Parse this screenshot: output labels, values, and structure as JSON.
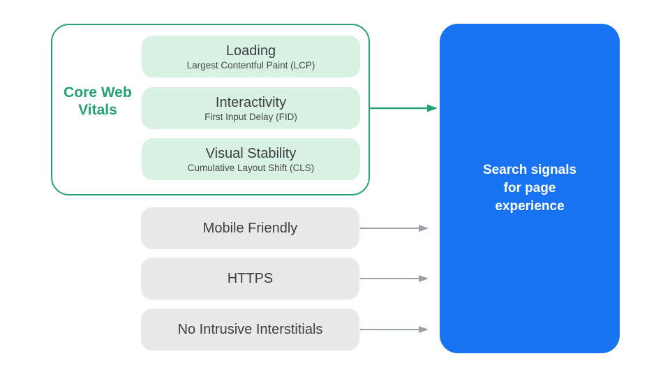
{
  "colors": {
    "green": "#26A173",
    "green_light": "#D8F1E3",
    "blue": "#1873F2",
    "gray_box": "#E7E8E8",
    "gray_arrow": "#9AA0A6",
    "text_dark": "#3C4043",
    "text_on_blue": "#FFFFFF"
  },
  "core_web_vitals": {
    "label": "Core Web Vitals",
    "items": [
      {
        "title": "Loading",
        "subtitle": "Largest Contentful Paint (LCP)"
      },
      {
        "title": "Interactivity",
        "subtitle": "First Input Delay (FID)"
      },
      {
        "title": "Visual Stability",
        "subtitle": "Cumulative Layout Shift (CLS)"
      }
    ]
  },
  "other_signals": [
    "Mobile Friendly",
    "HTTPS",
    "No Intrusive Interstitials"
  ],
  "result_box": {
    "lines": [
      "Search signals",
      "for page",
      "experience"
    ]
  }
}
